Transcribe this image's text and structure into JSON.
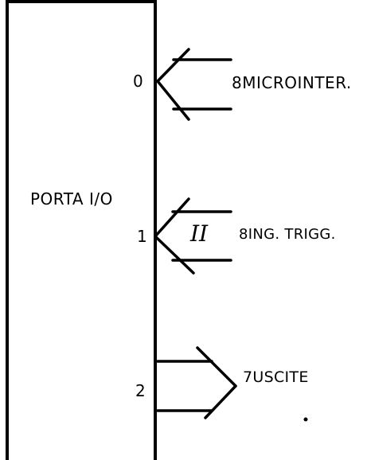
{
  "block": {
    "title": "PORTA I/O"
  },
  "ports": [
    {
      "number": "0",
      "description": "8MICROINTER.",
      "direction": "input"
    },
    {
      "number": "1",
      "description": "8ING. TRIGG.",
      "direction": "input",
      "marker": "II"
    },
    {
      "number": "2",
      "description": "7USCITE",
      "direction": "output"
    }
  ],
  "colors": {
    "line": "#000000",
    "background": "#ffffff"
  }
}
